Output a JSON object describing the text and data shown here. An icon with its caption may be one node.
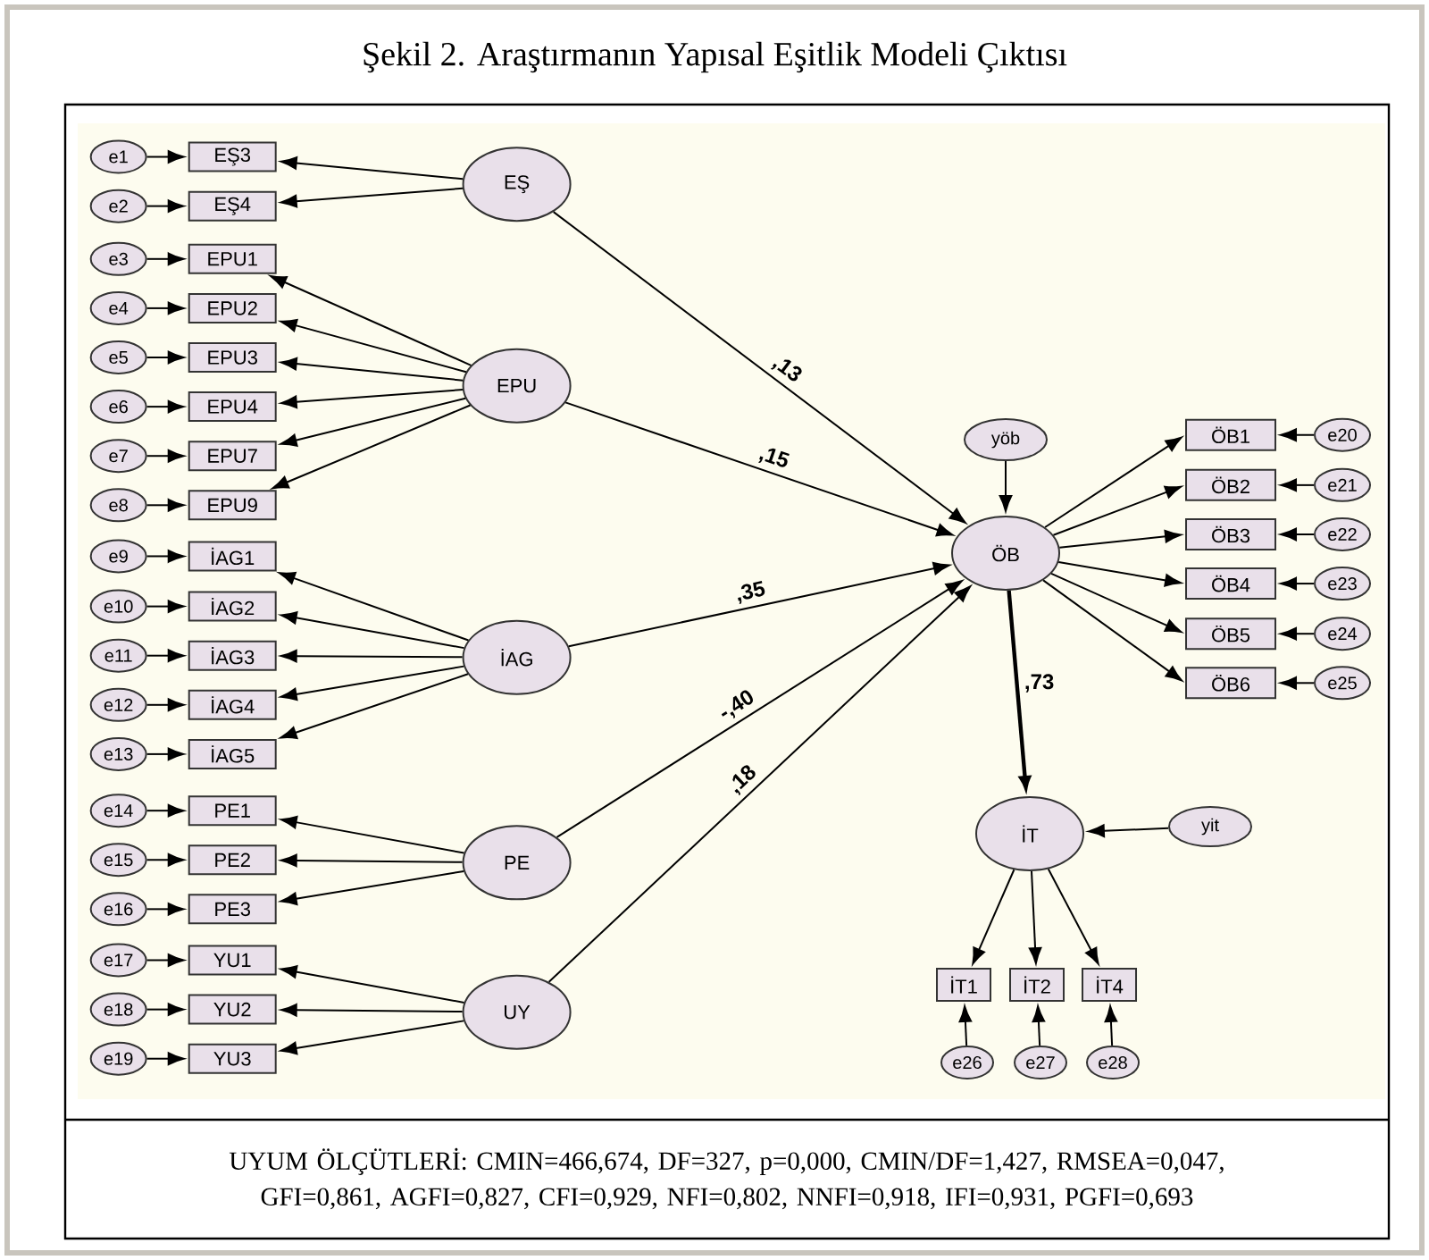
{
  "diagram": {
    "title": "Şekil 2. Araştırmanın  Yapısal Eşitlik Modeli Çıktısı",
    "caption": "UYUM ÖLÇÜTLERİ: CMIN=466,674, DF=327, p=0,000, CMIN/DF=1,427, RMSEA=0,047, GFI=0,861, AGFI=0,827, CFI=0,929, NFI=0,802, NNFI=0,918, IFI=0,931, PGFI=0,693",
    "nodes": [
      {
        "text": [
          "e1"
        ]
      },
      {
        "text": [
          "e2"
        ]
      },
      {
        "text": [
          "e3"
        ]
      },
      {
        "text": [
          "e4"
        ]
      },
      {
        "text": [
          "e5"
        ]
      },
      {
        "text": [
          "e6"
        ]
      },
      {
        "text": [
          "e7"
        ]
      },
      {
        "text": [
          "e8"
        ]
      },
      {
        "text": [
          "e9"
        ]
      },
      {
        "text": [
          "e10"
        ]
      },
      {
        "text": [
          "e11"
        ]
      },
      {
        "text": [
          "e12"
        ]
      },
      {
        "text": [
          "e13"
        ]
      },
      {
        "text": [
          "e14"
        ]
      },
      {
        "text": [
          "e15"
        ]
      },
      {
        "text": [
          "e16"
        ]
      },
      {
        "text": [
          "e17"
        ]
      },
      {
        "text": [
          "e18"
        ]
      },
      {
        "text": [
          "e19"
        ]
      },
      {
        "text": [
          "EŞ3"
        ]
      },
      {
        "text": [
          "EŞ4"
        ]
      },
      {
        "text": [
          "EPU1"
        ]
      },
      {
        "text": [
          "EPU2"
        ]
      },
      {
        "text": [
          "EPU3"
        ]
      },
      {
        "text": [
          "EPU4"
        ]
      },
      {
        "text": [
          "EPU7"
        ]
      },
      {
        "text": [
          "EPU9"
        ]
      },
      {
        "text": [
          "İAG1"
        ]
      },
      {
        "text": [
          "İAG2"
        ]
      },
      {
        "text": [
          "İAG3"
        ]
      },
      {
        "text": [
          "İAG4"
        ]
      },
      {
        "text": [
          "İAG5"
        ]
      },
      {
        "text": [
          "PE1"
        ]
      },
      {
        "text": [
          "PE2"
        ]
      },
      {
        "text": [
          "PE3"
        ]
      },
      {
        "text": [
          "YU1"
        ]
      },
      {
        "text": [
          "YU2"
        ]
      },
      {
        "text": [
          "YU3"
        ]
      },
      {
        "text": [
          "EŞ"
        ]
      },
      {
        "text": [
          "EPU"
        ]
      },
      {
        "text": [
          "İAG"
        ]
      },
      {
        "text": [
          "PE"
        ]
      },
      {
        "text": [
          "UY"
        ]
      },
      {
        "text": [
          "yöb"
        ]
      },
      {
        "text": [
          "ÖB"
        ]
      },
      {
        "text": [
          "ÖB1"
        ]
      },
      {
        "text": [
          "ÖB2"
        ]
      },
      {
        "text": [
          "ÖB3"
        ]
      },
      {
        "text": [
          "ÖB4"
        ]
      },
      {
        "text": [
          "ÖB5"
        ]
      },
      {
        "text": [
          "ÖB6"
        ]
      },
      {
        "text": [
          "e20"
        ]
      },
      {
        "text": [
          "e21"
        ]
      },
      {
        "text": [
          "e22"
        ]
      },
      {
        "text": [
          "e23"
        ]
      },
      {
        "text": [
          "e24"
        ]
      },
      {
        "text": [
          "e25"
        ]
      },
      {
        "text": [
          "İT"
        ]
      },
      {
        "text": [
          "yit"
        ]
      },
      {
        "text": [
          "İT1"
        ]
      },
      {
        "text": [
          "İT2"
        ]
      },
      {
        "text": [
          "İT4"
        ]
      },
      {
        "text": [
          "e26"
        ]
      },
      {
        "text": [
          "e27"
        ]
      },
      {
        "text": [
          "e28"
        ]
      }
    ],
    "edges": [
      {
        "from": 0,
        "to": 19,
        "arrow": "to"
      },
      {
        "from": 1,
        "to": 20,
        "arrow": "to"
      },
      {
        "from": 2,
        "to": 21,
        "arrow": "to"
      },
      {
        "from": 3,
        "to": 22,
        "arrow": "to"
      },
      {
        "from": 4,
        "to": 23,
        "arrow": "to"
      },
      {
        "from": 5,
        "to": 24,
        "arrow": "to"
      },
      {
        "from": 6,
        "to": 25,
        "arrow": "to"
      },
      {
        "from": 7,
        "to": 26,
        "arrow": "to"
      },
      {
        "from": 8,
        "to": 27,
        "arrow": "to"
      },
      {
        "from": 9,
        "to": 28,
        "arrow": "to"
      },
      {
        "from": 10,
        "to": 29,
        "arrow": "to"
      },
      {
        "from": 11,
        "to": 30,
        "arrow": "to"
      },
      {
        "from": 12,
        "to": 31,
        "arrow": "to"
      },
      {
        "from": 13,
        "to": 32,
        "arrow": "to"
      },
      {
        "from": 14,
        "to": 33,
        "arrow": "to"
      },
      {
        "from": 15,
        "to": 34,
        "arrow": "to"
      },
      {
        "from": 16,
        "to": 35,
        "arrow": "to"
      },
      {
        "from": 17,
        "to": 36,
        "arrow": "to"
      },
      {
        "from": 18,
        "to": 37,
        "arrow": "to"
      },
      {
        "from": 38,
        "to": 19,
        "arrow": "to"
      },
      {
        "from": 38,
        "to": 20,
        "arrow": "to"
      },
      {
        "from": 39,
        "to": 21,
        "arrow": "to"
      },
      {
        "from": 39,
        "to": 22,
        "arrow": "to"
      },
      {
        "from": 39,
        "to": 23,
        "arrow": "to"
      },
      {
        "from": 39,
        "to": 24,
        "arrow": "to"
      },
      {
        "from": 39,
        "to": 25,
        "arrow": "to"
      },
      {
        "from": 39,
        "to": 26,
        "arrow": "to"
      },
      {
        "from": 40,
        "to": 27,
        "arrow": "to"
      },
      {
        "from": 40,
        "to": 28,
        "arrow": "to"
      },
      {
        "from": 40,
        "to": 29,
        "arrow": "to"
      },
      {
        "from": 40,
        "to": 30,
        "arrow": "to"
      },
      {
        "from": 40,
        "to": 31,
        "arrow": "to"
      },
      {
        "from": 41,
        "to": 32,
        "arrow": "to"
      },
      {
        "from": 41,
        "to": 33,
        "arrow": "to"
      },
      {
        "from": 41,
        "to": 34,
        "arrow": "to"
      },
      {
        "from": 42,
        "to": 35,
        "arrow": "to"
      },
      {
        "from": 42,
        "to": 36,
        "arrow": "to"
      },
      {
        "from": 42,
        "to": 37,
        "arrow": "to"
      },
      {
        "from": 38,
        "to": 44,
        "arrow": "to",
        "label": ",13"
      },
      {
        "from": 39,
        "to": 44,
        "arrow": "to",
        "label": ",15"
      },
      {
        "from": 40,
        "to": 44,
        "arrow": "to",
        "label": ",35"
      },
      {
        "from": 41,
        "to": 44,
        "arrow": "to",
        "label": "-,40"
      },
      {
        "from": 42,
        "to": 44,
        "arrow": "to",
        "label": ",18"
      },
      {
        "from": 43,
        "to": 44,
        "arrow": "to"
      },
      {
        "from": 44,
        "to": 45,
        "arrow": "to"
      },
      {
        "from": 44,
        "to": 46,
        "arrow": "to"
      },
      {
        "from": 44,
        "to": 47,
        "arrow": "to"
      },
      {
        "from": 44,
        "to": 48,
        "arrow": "to"
      },
      {
        "from": 44,
        "to": 49,
        "arrow": "to"
      },
      {
        "from": 44,
        "to": 50,
        "arrow": "to"
      },
      {
        "from": 51,
        "to": 45,
        "arrow": "to"
      },
      {
        "from": 52,
        "to": 46,
        "arrow": "to"
      },
      {
        "from": 53,
        "to": 47,
        "arrow": "to"
      },
      {
        "from": 54,
        "to": 48,
        "arrow": "to"
      },
      {
        "from": 55,
        "to": 49,
        "arrow": "to"
      },
      {
        "from": 56,
        "to": 50,
        "arrow": "to"
      },
      {
        "from": 44,
        "to": 57,
        "arrow": "to",
        "label": ",73",
        "style": "thick"
      },
      {
        "from": 58,
        "to": 57,
        "arrow": "to"
      },
      {
        "from": 57,
        "to": 59,
        "arrow": "to"
      },
      {
        "from": 57,
        "to": 60,
        "arrow": "to"
      },
      {
        "from": 57,
        "to": 61,
        "arrow": "to"
      },
      {
        "from": 62,
        "to": 59,
        "arrow": "to"
      },
      {
        "from": 63,
        "to": 60,
        "arrow": "to"
      },
      {
        "from": 64,
        "to": 61,
        "arrow": "to"
      }
    ]
  }
}
